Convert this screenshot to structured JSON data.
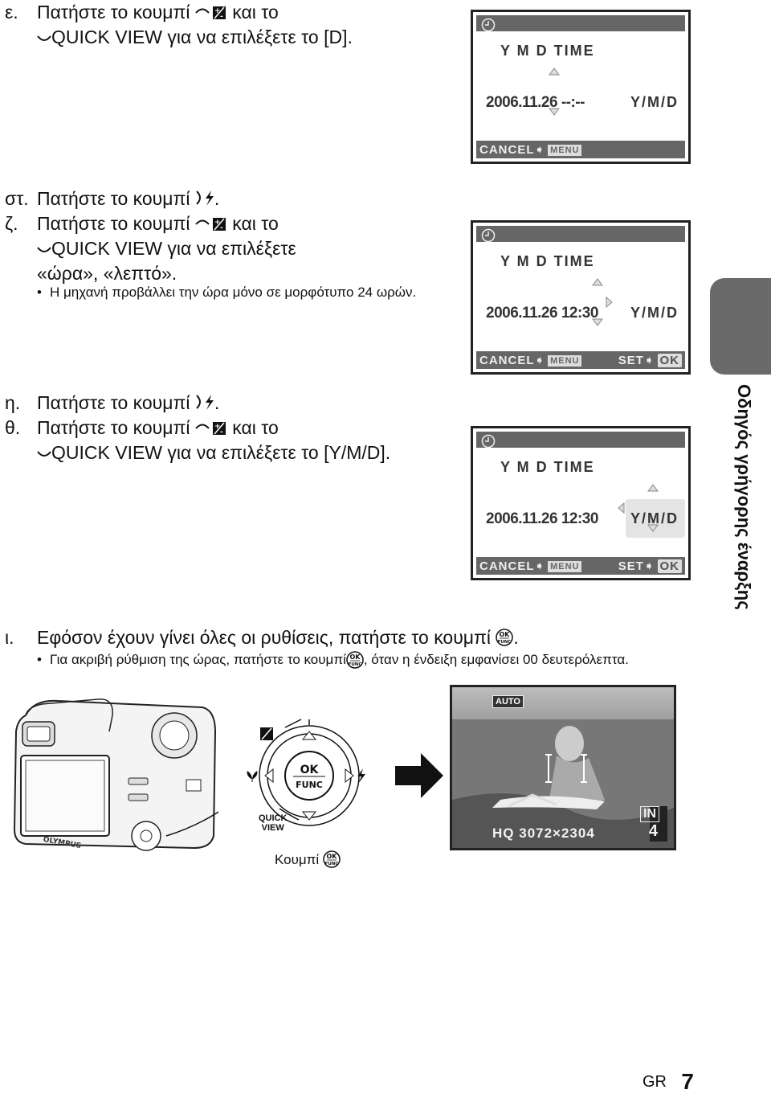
{
  "steps": {
    "e": {
      "num": "ε.",
      "line1_a": "Πατήστε το κουμπί",
      "line1_b": "και το",
      "line2_qv": "QUICK VIEW",
      "line2_rest": "για να επιλέξετε το [D]."
    },
    "st": {
      "num": "στ.",
      "text": "Πατήστε το κουμπί"
    },
    "z": {
      "num": "ζ.",
      "line1_a": "Πατήστε το κουμπί",
      "line1_b": "και το",
      "line2_qv": "QUICK VIEW",
      "line2_rest": "για να επιλέξετε",
      "line3": "«ώρα», «λεπτό».",
      "bullet": "Η μηχανή προβάλλει την ώρα μόνο σε μορφότυπο 24 ωρών."
    },
    "i": {
      "num": "η.",
      "text": "Πατήστε το κουμπί"
    },
    "th": {
      "num": "θ.",
      "line1_a": "Πατήστε το κουμπί",
      "line1_b": "και το",
      "line2_qv": "QUICK VIEW",
      "line2_rest": "για να επιλέξετε το [Y/M/D]."
    },
    "iota": {
      "num": "ι.",
      "text": "Εφόσον έχουν γίνει όλες οι ρυθίσεις, πατήστε το κουμπί",
      "bullet_a": "Για ακριβή ρύθμιση της ώρας, πατήστε το κουμπί",
      "bullet_b": ", όταν η ένδειξη εμφανίσει 00 δευτερόλεπτα."
    }
  },
  "lcd_screens": [
    {
      "header": "Y  M  D TIME",
      "date": "2006.11.26",
      "time": "--:--",
      "format": "Y/M/D",
      "cancel": "CANCEL",
      "menu_tag": "MENU",
      "set": ""
    },
    {
      "header": "Y  M  D TIME",
      "date": "2006.11.26",
      "time": "12:30",
      "format": "Y/M/D",
      "cancel": "CANCEL",
      "menu_tag": "MENU",
      "set": "SET",
      "ok_tag": "OK"
    },
    {
      "header": "Y  M  D TIME",
      "date": "2006.11.26",
      "time": "12:30",
      "format": "Y/M/D",
      "cancel": "CANCEL",
      "menu_tag": "MENU",
      "set": "SET",
      "ok_tag": "OK"
    }
  ],
  "side_tab": {
    "text": "Οδηγός γρήγορης έναρξης"
  },
  "diagram": {
    "ok_label": "OK",
    "func_label": "FUNC",
    "quick_view": "QUICK\nVIEW",
    "quick_view_1": "QUICK",
    "quick_view_2": "VIEW",
    "caption": "Κουμπί",
    "brand": "OLYMPUS"
  },
  "preview": {
    "mode": "AUTO",
    "memory": "IN",
    "quality": "HQ",
    "resolution": "3072×2304",
    "shots": "4"
  },
  "footer": {
    "lang": "GR",
    "page": "7"
  }
}
